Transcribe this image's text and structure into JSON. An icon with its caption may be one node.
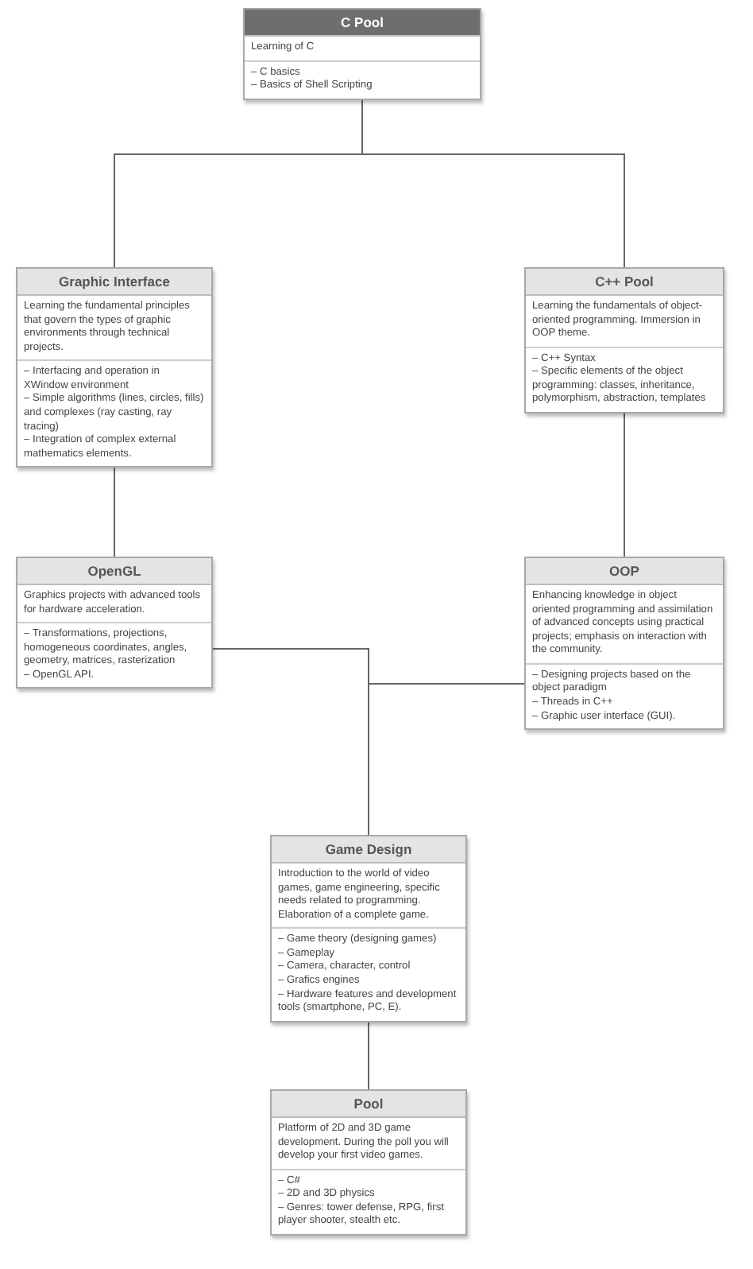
{
  "diagram": {
    "nodes": [
      {
        "text": [
          "C Pool",
          "Learning of C",
          "– C basics",
          "– Basics of Shell Scripting"
        ]
      },
      {
        "text": [
          "Graphic Interface",
          "Learning the fundamental principles that govern the types of graphic environments through technical projects.",
          "– Interfacing and operation in XWindow environment",
          "– Simple algorithms (lines, circles, fills) and complexes (ray casting, ray tracing)",
          "– Integration of complex external mathematics elements."
        ]
      },
      {
        "text": [
          "C++ Pool",
          "Learning the fundamentals of object-oriented programming. Immersion in OOP theme.",
          "– C++ Syntax",
          "– Specific elements of the object programming: classes, inheritance, polymorphism, abstraction, templates"
        ]
      },
      {
        "text": [
          "OpenGL",
          "Graphics projects with advanced tools for hardware acceleration.",
          "– Transformations, projections, homogeneous coordinates, angles, geometry, matrices, rasterization",
          "– OpenGL API."
        ]
      },
      {
        "text": [
          "OOP",
          "Enhancing knowledge in object oriented programming and assimilation of advanced concepts using practical projects; emphasis on interaction with the community.",
          "– Designing projects based on the object paradigm",
          "– Threads in C++",
          "– Graphic user interface (GUI)."
        ]
      },
      {
        "text": [
          "Game Design",
          "Introduction to the world of video games, game engineering, specific needs related to programming. Elaboration of a complete game.",
          "– Game theory (designing games)",
          "– Gameplay",
          "– Camera, character, control",
          "– Grafics engines",
          "– Hardware features and development tools (smartphone, PC, E)."
        ]
      },
      {
        "text": [
          "Pool",
          "Platform of 2D and 3D game development. During the poll you will develop your first video games.",
          "– C#",
          "– 2D and 3D physics",
          "– Genres: tower defense, RPG, first player shooter, stealth etc."
        ]
      }
    ],
    "edges": [
      {
        "from": 0,
        "to": 1,
        "arrow": "none"
      },
      {
        "from": 0,
        "to": 2,
        "arrow": "none"
      },
      {
        "from": 1,
        "to": 3,
        "arrow": "none"
      },
      {
        "from": 2,
        "to": 4,
        "arrow": "none"
      },
      {
        "from": 3,
        "to": 5,
        "arrow": "none"
      },
      {
        "from": 4,
        "to": 5,
        "arrow": "none"
      },
      {
        "from": 5,
        "to": 6,
        "arrow": "none"
      }
    ]
  }
}
